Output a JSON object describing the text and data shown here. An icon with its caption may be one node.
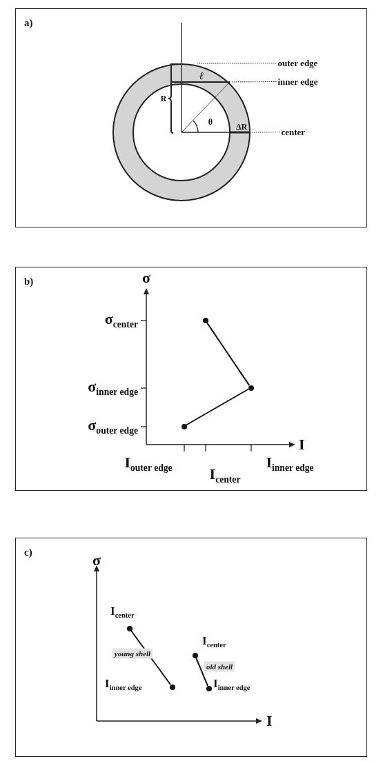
{
  "diagram": {
    "nodes": [
      {
        "text": [
          "a)"
        ]
      },
      {
        "text": [
          "outer edge"
        ],
        "in": 0
      },
      {
        "text": [
          "inner edge"
        ],
        "in": 0
      },
      {
        "text": [
          "center"
        ],
        "in": 0
      },
      {
        "text": [
          "b)"
        ]
      },
      {
        "text": [],
        "shape": "circle",
        "in": 4
      },
      {
        "text": [],
        "shape": "circle",
        "in": 4
      },
      {
        "text": [],
        "shape": "circle",
        "in": 4
      },
      {
        "text": [
          "c)"
        ]
      },
      {
        "text": [],
        "shape": "circle",
        "in": 8,
        "beside": [
          "I$_{center}$"
        ]
      },
      {
        "text": [],
        "shape": "circle",
        "in": 8,
        "beside": [
          "I$_{inner edge}$"
        ]
      },
      {
        "text": [],
        "shape": "circle",
        "in": 8,
        "beside": [
          "I$_{center}$"
        ]
      },
      {
        "text": [],
        "shape": "circle",
        "in": 8,
        "beside": [
          "I$_{inner edge}$"
        ]
      },
      {
        "text": [],
        "shape": "picture",
        "in": 0
      }
    ],
    "edges": [
      {
        "from": 1,
        "to": 13,
        "arrow": "none",
        "style": "dashed"
      },
      {
        "from": 2,
        "to": 13,
        "arrow": "none",
        "style": "dashed"
      },
      {
        "from": 3,
        "to": 13,
        "arrow": "none",
        "style": "dashed"
      },
      {
        "from": 5,
        "to": 6,
        "arrow": "none"
      },
      {
        "from": 6,
        "to": 7,
        "arrow": "none"
      },
      {
        "from": 9,
        "to": 10,
        "arrow": "none"
      },
      {
        "from": 11,
        "to": 12,
        "arrow": "none"
      }
    ],
    "labels": [
      "R",
      "ℓ",
      "θ",
      "ΔR",
      "σ",
      "σ$_{center}$",
      "σ$_{inner edge}$",
      "σ$_{outer edge}$",
      "I",
      "I$_{outer edge}$",
      "I$_{center}$",
      "I$_{inner edge}$",
      "σ",
      "young shell",
      "old shell",
      "I"
    ]
  }
}
